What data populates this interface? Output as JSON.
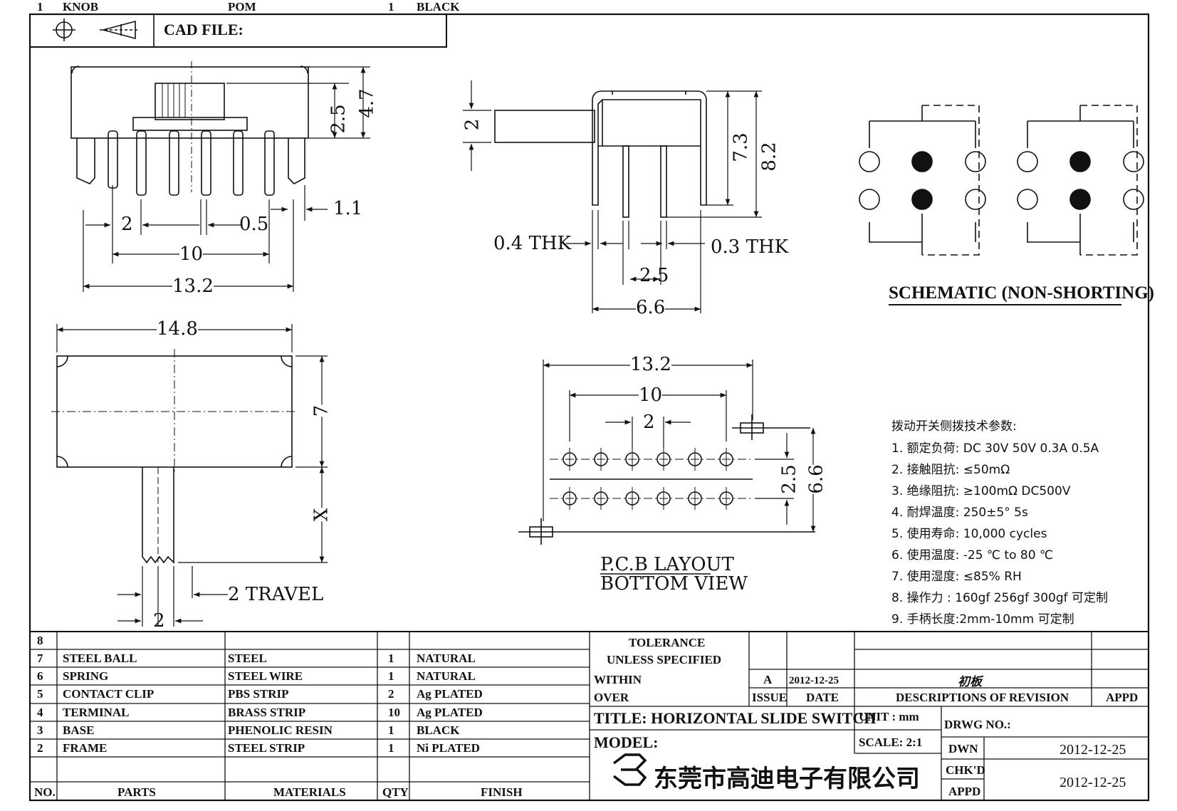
{
  "header": {
    "cad_file_label": "CAD FILE:"
  },
  "dims": {
    "top_height_1": "2.5",
    "top_height_2": "4.7",
    "pin_width": "1.1",
    "pitch": "2",
    "gap": "0.5",
    "span_10": "10",
    "span_13_2": "13.2",
    "side_knob": "2",
    "side_h1": "7.3",
    "side_h2": "8.2",
    "thk_left": "0.4  THK",
    "thk_right": "0.3  THK",
    "side_pitch": "2.5",
    "side_width": "6.6",
    "body_len": "14.8",
    "body_h": "7",
    "knob_x": "X",
    "travel": "2  TRAVEL",
    "knob_w": "2",
    "pcb_13_2": "13.2",
    "pcb_10": "10",
    "pcb_2": "2",
    "pcb_2_5": "2.5",
    "pcb_6_6": "6.6"
  },
  "labels": {
    "schematic": "SCHEMATIC (NON-SHORTING)",
    "pcb_layout": "P.C.B  LAYOUT",
    "bottom_view": "BOTTOM  VIEW"
  },
  "specs": {
    "title": "拨动开关侧拨技术参数:",
    "items": [
      "1.  额定负荷: DC 30V    50V    0.3A    0.5A",
      "2.  接触阻抗: ≤50mΩ",
      "3.  绝缘阻抗: ≥100mΩ   DC500V",
      "4.  耐焊温度: 250±5°  5s",
      "5.  使用寿命: 10,000 cycles",
      "6.  使用温度: -25  ℃  to 80  ℃",
      "7.  使用湿度: ≤85% RH",
      "8.  操作力 : 160gf    256gf    300gf  可定制",
      "9.  手柄长度:2mm-10mm   可定制"
    ]
  },
  "bom": {
    "rows": [
      {
        "no": "8",
        "part": "",
        "material": "",
        "qty": "",
        "finish": ""
      },
      {
        "no": "7",
        "part": "STEEL  BALL",
        "material": "STEEL",
        "qty": "1",
        "finish": "NATURAL"
      },
      {
        "no": "6",
        "part": "SPRING",
        "material": "STEEL  WIRE",
        "qty": "1",
        "finish": "NATURAL"
      },
      {
        "no": "5",
        "part": "CONTACT  CLIP",
        "material": "PBS  STRIP",
        "qty": "2",
        "finish": "Ag  PLATED"
      },
      {
        "no": "4",
        "part": "TERMINAL",
        "material": "BRASS  STRIP",
        "qty": "10",
        "finish": "Ag  PLATED"
      },
      {
        "no": "3",
        "part": "BASE",
        "material": "PHENOLIC  RESIN",
        "qty": "1",
        "finish": "BLACK"
      },
      {
        "no": "2",
        "part": "FRAME",
        "material": "STEEL  STRIP",
        "qty": "1",
        "finish": "Ni  PLATED"
      },
      {
        "no": "1",
        "part": "KNOB",
        "material": "POM",
        "qty": "1",
        "finish": "BLACK"
      }
    ],
    "headers": {
      "no": "NO.",
      "part": "PARTS",
      "material": "MATERIALS",
      "qty": "QTY",
      "finish": "FINISH"
    }
  },
  "title_block": {
    "tolerance_1": "TOLERANCE",
    "tolerance_2": "UNLESS    SPECIFIED",
    "within": "WITHIN",
    "over": "OVER",
    "issue_val": "A",
    "issue_date": "2012-12-25",
    "revision_note": "初板",
    "issue_label": "ISSUE",
    "date_label": "DATE",
    "desc_label": "DESCRIPTIONS  OF  REVISION",
    "appd_label": "APPD",
    "title": "TITLE:  HORIZONTAL  SLIDE  SWITCH",
    "unit": "UNIT : mm",
    "drwg_no": "DRWG  NO.:",
    "model": "MODEL:",
    "scale": "SCALE:  2:1",
    "dwn": "DWN",
    "dwn_date": "2012-12-25",
    "chkd": "CHK'D",
    "appd2": "APPD",
    "chk_date": "2012-12-25",
    "company": "东莞市高迪电子有限公司"
  }
}
